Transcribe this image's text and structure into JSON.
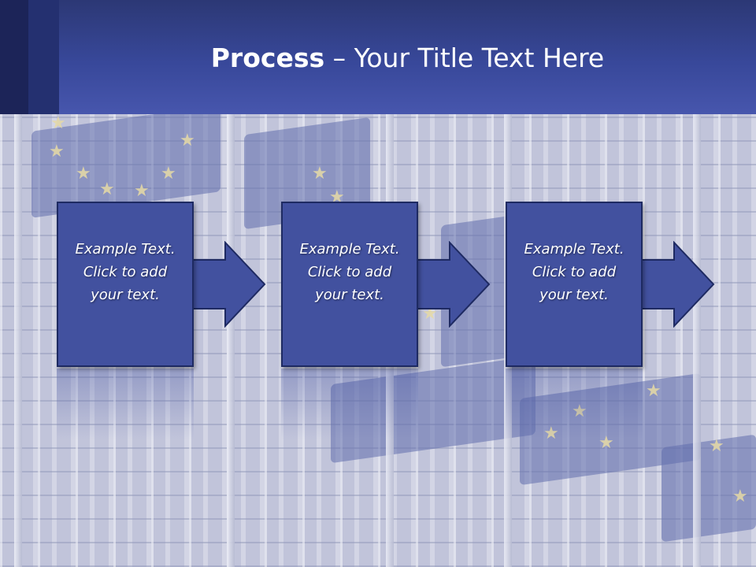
{
  "slide": {
    "title_bold": "Process",
    "title_rest": " – Your Title Text Here"
  },
  "steps": [
    {
      "text": "Example Text.\nClick  to add\nyour text."
    },
    {
      "text": "Example Text.\nClick  to add\nyour text."
    },
    {
      "text": "Example Text.\nClick  to add\nyour text."
    }
  ],
  "colors": {
    "header": "#38489a",
    "step_fill": "#42519f",
    "step_border": "#1e2a62",
    "text": "#ffffff"
  },
  "icons": [
    "arrow-right-icon",
    "star-icon"
  ]
}
